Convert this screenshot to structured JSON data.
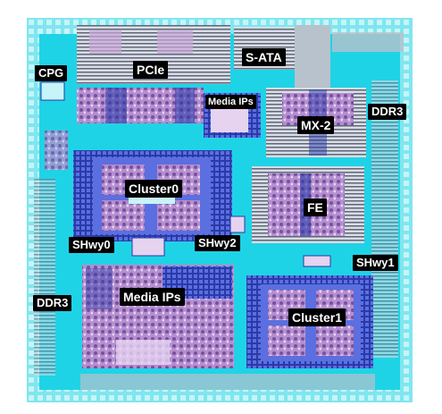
{
  "labels": {
    "cpg": "CPG",
    "pcie": "PCIe",
    "sata": "S-ATA",
    "media_ips_top": "Media IPs",
    "mx2": "MX-2",
    "ddr3_right": "DDR3",
    "cluster0": "Cluster0",
    "fe": "FE",
    "shwy0": "SHwy0",
    "shwy2": "SHwy2",
    "shwy1": "SHwy1",
    "ddr3_left": "DDR3",
    "media_ips_bottom": "Media IPs",
    "cluster1": "Cluster1"
  },
  "colors": {
    "background": "#ffffff",
    "die_base": "#1fd3e6",
    "die_light": "#6ee6f2",
    "block_blue": "#2a3aa8",
    "block_grey": "#b8c2cc",
    "block_pink": "#c9a6d8",
    "label_bg": "#000000",
    "label_fg": "#ffffff"
  }
}
